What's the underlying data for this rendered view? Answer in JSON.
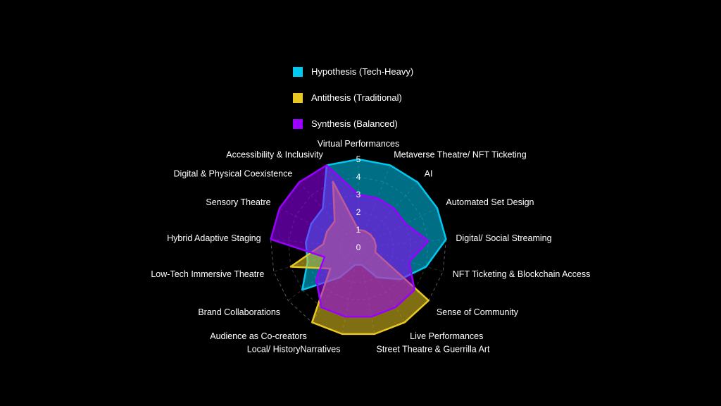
{
  "chart_data": {
    "type": "radar",
    "categories": [
      "Virtual Performances",
      "Metaverse Theatre/ NFT Ticketing",
      "AI",
      "Automated Set Design",
      "Digital/ Social Streaming",
      "NFT Ticketing & Blockchain Access",
      "Sense of Community",
      "Live Performances",
      "Street Theatre & Guerrilla Art",
      "Local/ HistoryNarratives",
      "Audience as Co-creators",
      "Brand Collaborations",
      "Low-Tech Immersive Theatre",
      "Hybrid Adaptive Staging",
      "Sensory Theatre",
      "Digital & Physical Coexistence",
      "Accessibility & Inclusivity"
    ],
    "r_ticks": [
      "0",
      "1",
      "2",
      "3",
      "4",
      "5"
    ],
    "r_range": [
      0,
      5
    ],
    "grid": true,
    "legend_position": "top",
    "series": [
      {
        "name": "Hypothesis (Tech-Heavy)",
        "color": "#00c8f0",
        "values": [
          5,
          5,
          5,
          5,
          5,
          4,
          3,
          2,
          1,
          1,
          2,
          4,
          3,
          3,
          3,
          3,
          5
        ]
      },
      {
        "name": "Antithesis (Traditional)",
        "color": "#e8c820",
        "values": [
          1,
          1,
          1,
          1,
          1,
          1,
          5,
          5,
          5,
          5,
          5,
          2,
          4,
          2,
          2,
          2,
          4
        ]
      },
      {
        "name": "Synthesis (Balanced)",
        "color": "#9900ff",
        "values": [
          3,
          3,
          3,
          3,
          4,
          3,
          4,
          4,
          4,
          4,
          4,
          3,
          2,
          5,
          5,
          5,
          5
        ]
      }
    ]
  }
}
